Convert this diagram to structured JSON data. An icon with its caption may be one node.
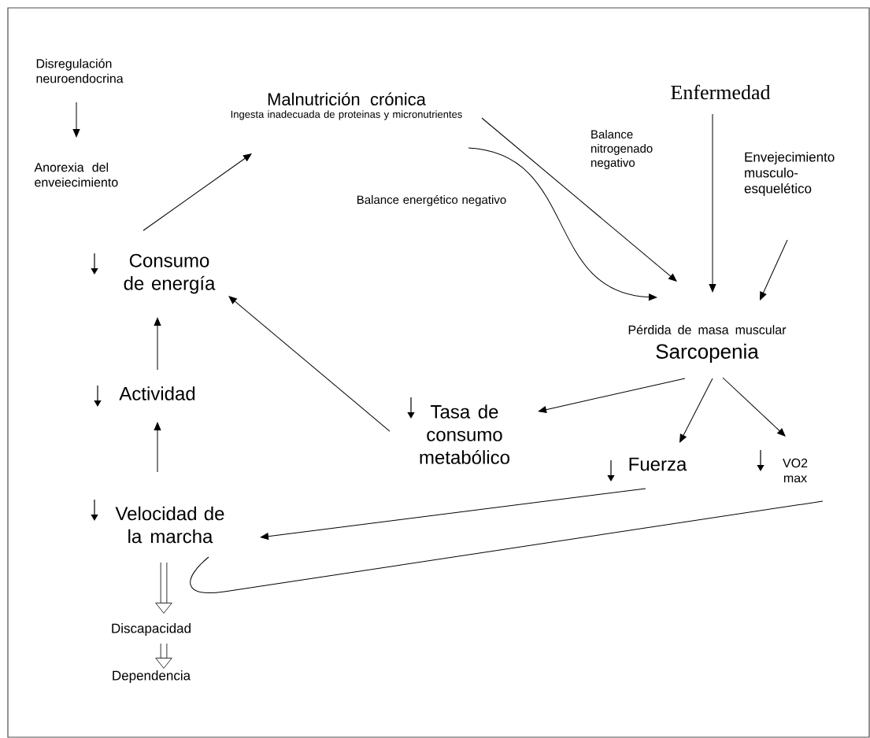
{
  "diagram": {
    "nodes": [
      {
        "text": [
          "Disregulación neuroendocrina"
        ]
      },
      {
        "text": [
          "Anorexia del enveiecimiento"
        ]
      },
      {
        "text": [
          "Malnutrición crónica",
          "Ingesta inadecuada de proteinas y micronutrientes"
        ]
      },
      {
        "text": [
          "Enfermedad"
        ]
      },
      {
        "text": [
          "Envejecimiento musculo-esquelético"
        ]
      },
      {
        "text": [
          "Consumo de energía"
        ]
      },
      {
        "text": [
          "Pérdida de masa muscular",
          "Sarcopenia"
        ]
      },
      {
        "text": [
          "Actividad"
        ]
      },
      {
        "text": [
          "Tasa de consumo metabólico"
        ]
      },
      {
        "text": [
          "Fuerza"
        ]
      },
      {
        "text": [
          "VO2 max"
        ]
      },
      {
        "text": [
          "Velocidad de la marcha"
        ]
      },
      {
        "text": [
          "Discapacidad"
        ]
      },
      {
        "text": [
          "Dependencia"
        ]
      }
    ],
    "edges": [
      {
        "from": 0,
        "to": 1,
        "arrow": "to"
      },
      {
        "from": 2,
        "to": 6,
        "arrow": "to",
        "label": "Balance nitrogenado negativo"
      },
      {
        "from": 2,
        "to": 6,
        "arrow": "to",
        "label": "Balance energético negativo"
      },
      {
        "from": 3,
        "to": 6,
        "arrow": "to"
      },
      {
        "from": 4,
        "to": 6,
        "arrow": "to"
      },
      {
        "from": 5,
        "to": 2,
        "arrow": "to"
      },
      {
        "from": 6,
        "to": 8,
        "arrow": "to"
      },
      {
        "from": 6,
        "to": 9,
        "arrow": "to"
      },
      {
        "from": 6,
        "to": 10,
        "arrow": "to"
      },
      {
        "from": 8,
        "to": 5,
        "arrow": "to"
      },
      {
        "from": 7,
        "to": 5,
        "arrow": "to"
      },
      {
        "from": 11,
        "to": 7,
        "arrow": "to"
      },
      {
        "from": 9,
        "to": 11,
        "arrow": "to"
      },
      {
        "from": 10,
        "to": 11,
        "arrow": "none"
      },
      {
        "from": 11,
        "to": 12,
        "arrow": "to",
        "style": "thick"
      },
      {
        "from": 12,
        "to": 13,
        "arrow": "to",
        "style": "thick"
      }
    ]
  }
}
